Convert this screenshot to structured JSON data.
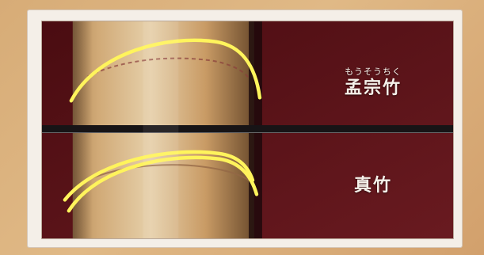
{
  "labels": {
    "moso": {
      "ruby": "もうそうちく",
      "name": "孟宗竹"
    },
    "madake": {
      "name": "真竹"
    }
  }
}
